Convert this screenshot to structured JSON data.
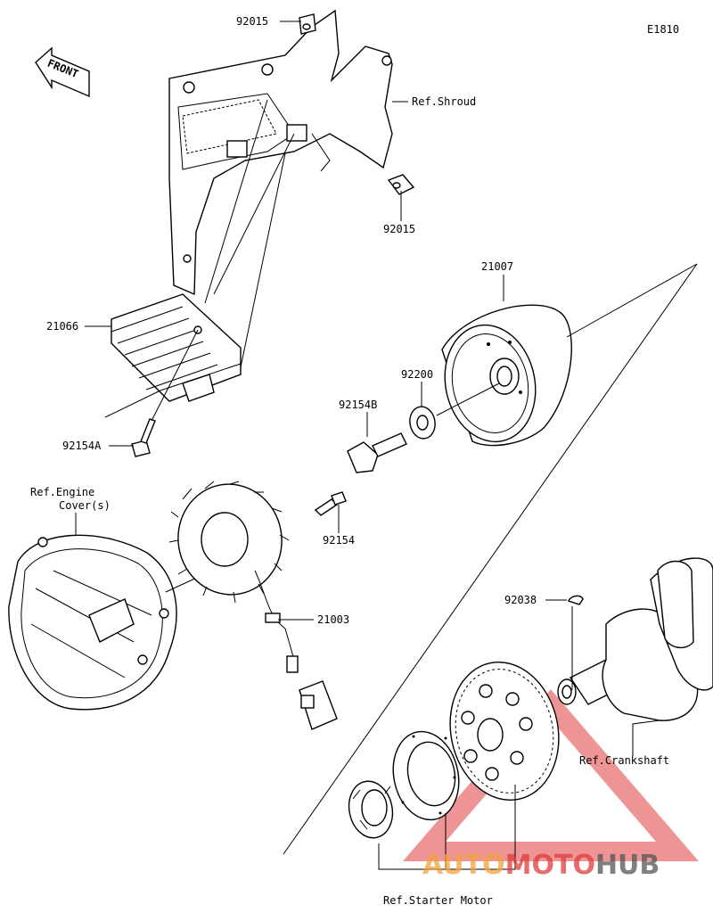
{
  "diagram_code": "E1810",
  "front_label": "FRONT",
  "labels": {
    "p92015_top": "92015",
    "ref_shroud": "Ref.Shroud",
    "p92015_bottom": "92015",
    "p21066": "21066",
    "p92154a": "92154A",
    "p21007": "21007",
    "p92200": "92200",
    "p92154b": "92154B",
    "ref_engine_cover_line1": "Ref.Engine",
    "ref_engine_cover_line2": "Cover(s)",
    "p92154": "92154",
    "p21003": "21003",
    "p92038": "92038",
    "ref_crankshaft": "Ref.Crankshaft",
    "ref_starter_motor": "Ref.Starter Motor"
  },
  "watermark": {
    "part1": "AUTO",
    "part2": "MOTO",
    "part3": "HUB",
    "color_red": "#e03c3c",
    "color_orange": "#f2a23a",
    "color_gray": "#555555"
  }
}
